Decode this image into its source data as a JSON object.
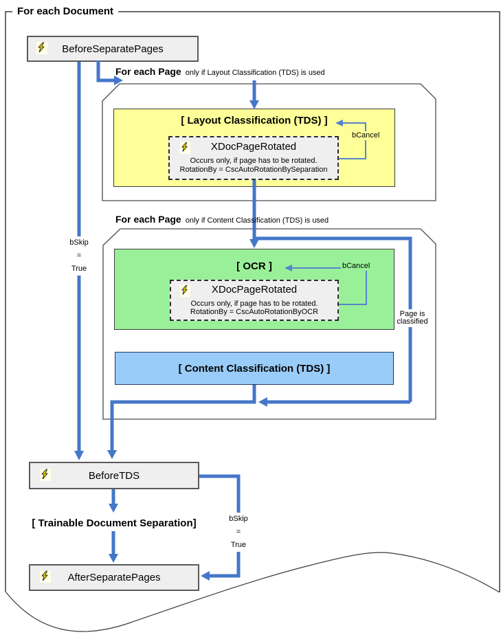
{
  "colors": {
    "arrow-blue": "#4577C9",
    "thin-blue": "#5585CB",
    "phase-yellow": "#FFFF99",
    "phase-green": "#99F099",
    "phase-blue": "#99CCF8",
    "event-fill": "#EFEFEF",
    "frame-gray": "#3a3a3a"
  },
  "frame": {
    "title": "For each Document"
  },
  "events": {
    "before_separate_pages": "BeforeSeparatePages",
    "before_tds": "BeforeTDS",
    "after_separate_pages": "AfterSeparatePages"
  },
  "loop1": {
    "title": "For each Page",
    "condition": "only if Layout Classification (TDS) is used",
    "phase_title": "[ Layout Classification (TDS) ]",
    "event": {
      "name": "XDocPageRotated",
      "note1": "Occurs only, if page has to be rotated.",
      "note2": "RotationBy = CscAutoRotationBySeparation"
    },
    "cancel": "bCancel"
  },
  "loop2": {
    "title": "For each Page",
    "condition": "only if Content Classification (TDS) is used",
    "ocr_title": "[ OCR ]",
    "event": {
      "name": "XDocPageRotated",
      "note1": "Occurs only, if page has to be rotated.",
      "note2": "RotationBy = CscAutoRotationByOCR"
    },
    "cancel": "bCancel",
    "classified1": "Page is",
    "classified2": "classified",
    "content_title": "[ Content Classification (TDS) ]"
  },
  "flow": {
    "skip_left": {
      "l1": "bSkip",
      "l2": "=",
      "l3": "True"
    },
    "skip_right": {
      "l1": "bSkip",
      "l2": "=",
      "l3": "True"
    },
    "tds_title": "[ Trainable Document Separation]"
  }
}
